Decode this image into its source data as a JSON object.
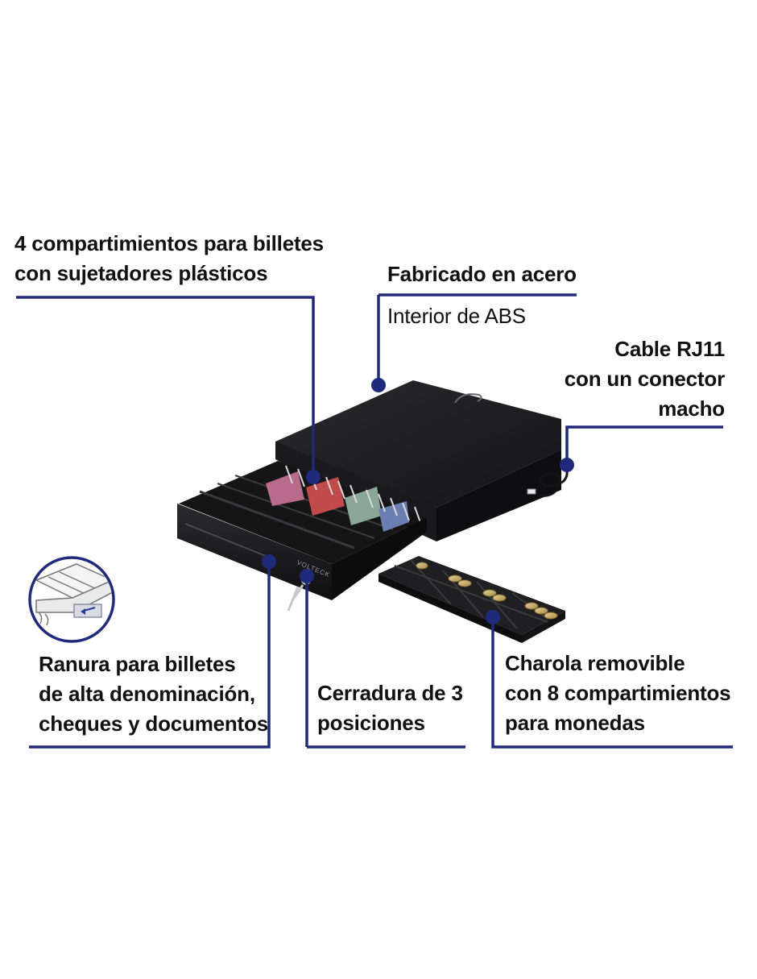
{
  "colors": {
    "leader": "#1f2a7a",
    "body_dark": "#1b1b1d",
    "text": "#111111",
    "background": "#ffffff"
  },
  "callouts": {
    "compartments": {
      "line1": "4 compartimientos para billetes",
      "line2": "con sujetadores plásticos"
    },
    "material": {
      "title": "Fabricado en acero",
      "subtitle": "Interior de ABS"
    },
    "cable": {
      "line1": "Cable RJ11",
      "line2": "con un conector",
      "line3": "macho"
    },
    "slot": {
      "line1": "Ranura para billetes",
      "line2": "de alta denominación,",
      "line3": "cheques y documentos"
    },
    "lock": {
      "line1": "Cerradura de 3",
      "line2": "posiciones"
    },
    "tray": {
      "line1": "Charola removible",
      "line2": "con 8 compartimientos",
      "line3": "para monedas"
    }
  },
  "product": {
    "brand_logo": "VOLTECK"
  },
  "icons": {
    "slot_detail": "bill-slot-magnifier-icon"
  }
}
